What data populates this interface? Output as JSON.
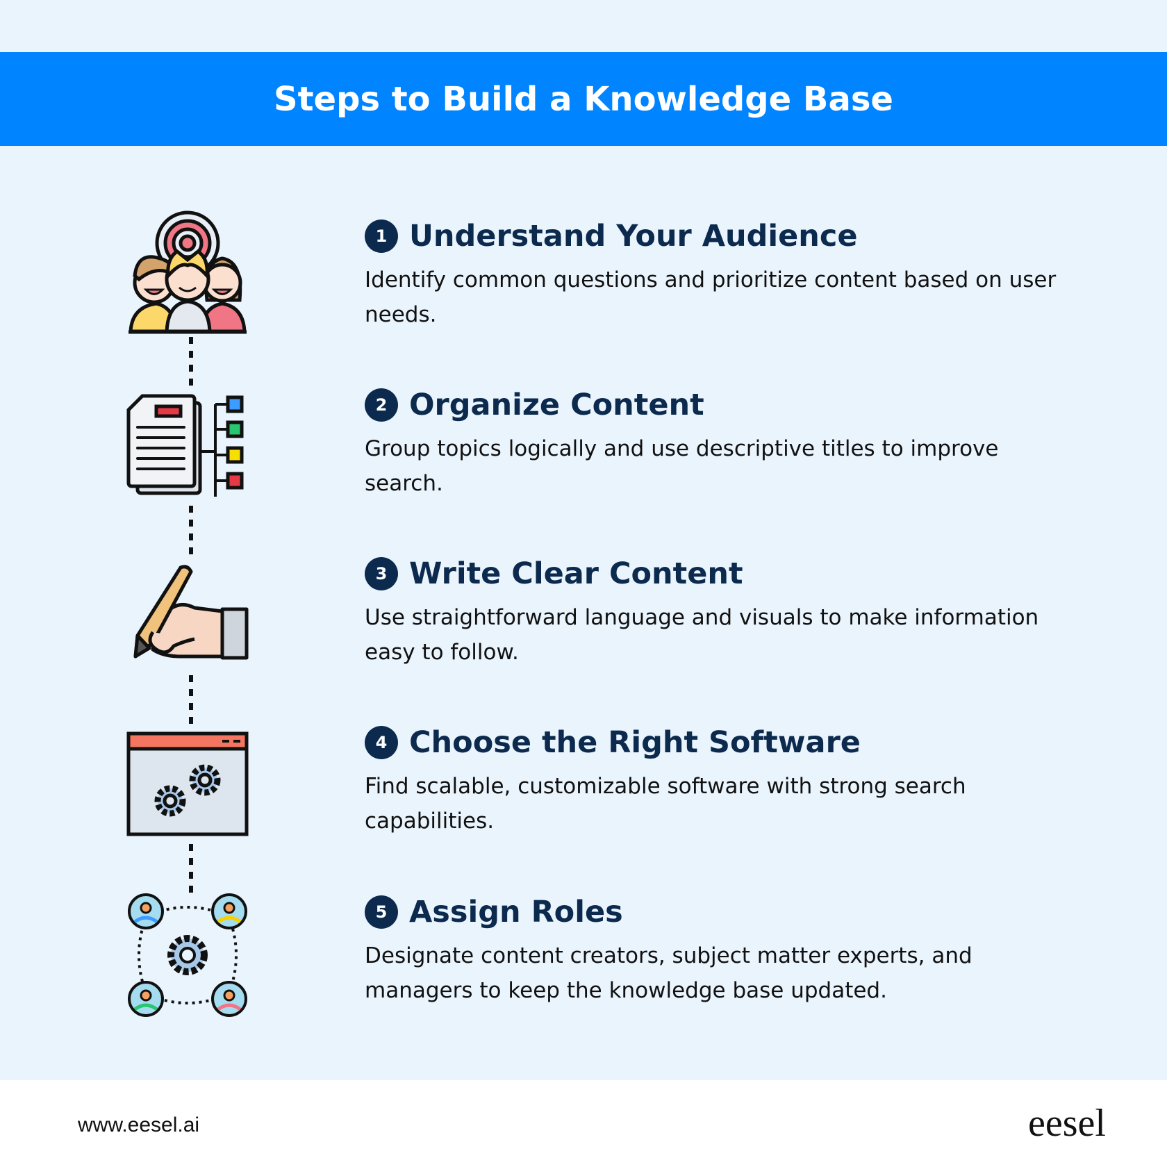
{
  "header": {
    "title": "Steps to Build a Knowledge Base"
  },
  "steps": [
    {
      "number": "1",
      "title": "Understand Your Audience",
      "description": "Identify common questions and prioritize content based on user needs.",
      "icon": "audience-target-icon"
    },
    {
      "number": "2",
      "title": "Organize Content",
      "description": "Group topics logically and use descriptive titles to improve search.",
      "icon": "document-hierarchy-icon"
    },
    {
      "number": "3",
      "title": "Write Clear Content",
      "description": "Use straightforward language and visuals to make information easy to follow.",
      "icon": "hand-pencil-icon"
    },
    {
      "number": "4",
      "title": "Choose the Right Software",
      "description": "Find scalable, customizable software with strong search capabilities.",
      "icon": "software-gears-icon"
    },
    {
      "number": "5",
      "title": "Assign Roles",
      "description": "Designate content creators, subject matter experts, and managers to keep the knowledge base updated.",
      "icon": "team-roles-icon"
    }
  ],
  "footer": {
    "url": "www.eesel.ai",
    "logo": "eesel"
  },
  "colors": {
    "banner": "#0084ff",
    "background": "#eaf4fd",
    "heading": "#0c2a4d"
  }
}
